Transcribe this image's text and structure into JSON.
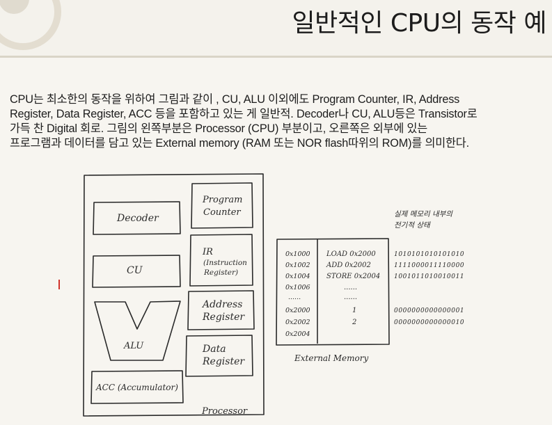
{
  "header": {
    "title": "일반적인 CPU의 동작 예"
  },
  "description": {
    "lines": [
      "CPU는 최소한의 동작을 위하여 그림과 같이 , CU, ALU 이외에도 Program Counter, IR, Address",
      "Register, Data Register, ACC 등을 포함하고 있는 게 일반적. Decoder나 CU, ALU등은 Transistor로",
      "가득 찬 Digital 회로. 그림의 왼쪽부분은 Processor (CPU) 부분이고, 오른쪽은 외부에 있는",
      "프로그램과 데이터를 담고 있는 External memory (RAM 또는 NOR flash따위의 ROM)를 의미한다."
    ]
  },
  "diagram": {
    "processor_label": "Processor",
    "decoder": "Decoder",
    "cu": "CU",
    "alu": "ALU",
    "acc": "ACC (Accumulator)",
    "pc": [
      "Program",
      "Counter"
    ],
    "ir": [
      "IR",
      "(Instruction",
      "Register)"
    ],
    "address_register": [
      "Address",
      "Register"
    ],
    "data_register": [
      "Data",
      "Register"
    ],
    "memory_label": "External Memory",
    "memory_addresses": [
      "0x1000",
      "0x1002",
      "0x1004",
      "0x1006",
      "......",
      "0x2000",
      "0x2002",
      "0x2004"
    ],
    "memory_contents": [
      "LOAD 0x2000",
      "ADD 0x2002",
      "STORE 0x2004",
      "......",
      "......",
      "1",
      "2"
    ],
    "actual_state_label": [
      "실제 메모리 내부의",
      "전기적 상태"
    ],
    "actual_bits": [
      "1010101010101010",
      "1111000011110000",
      "1001011010010011",
      "0000000000000001",
      "0000000000000010"
    ]
  }
}
